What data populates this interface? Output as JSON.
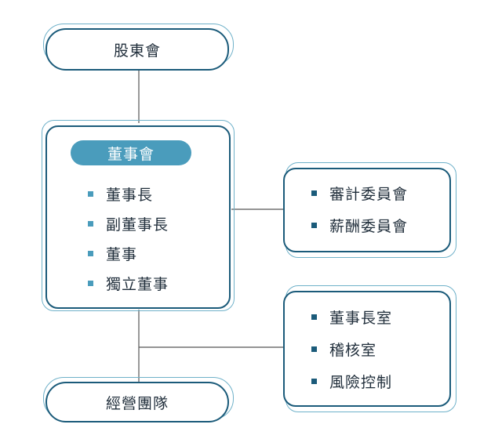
{
  "shareholders": {
    "label": "股東會"
  },
  "board": {
    "label": "董事會",
    "members": [
      "董事長",
      "副董事長",
      "董事",
      "獨立董事"
    ]
  },
  "committees": {
    "items": [
      "審計委員會",
      "薪酬委員會"
    ]
  },
  "offices": {
    "items": [
      "董事長室",
      "稽核室",
      "風險控制"
    ]
  },
  "management": {
    "label": "經營團隊"
  },
  "colors": {
    "primary": "#1b5b7a",
    "accent": "#4a9cbc",
    "outline": "#6fb1c9"
  }
}
